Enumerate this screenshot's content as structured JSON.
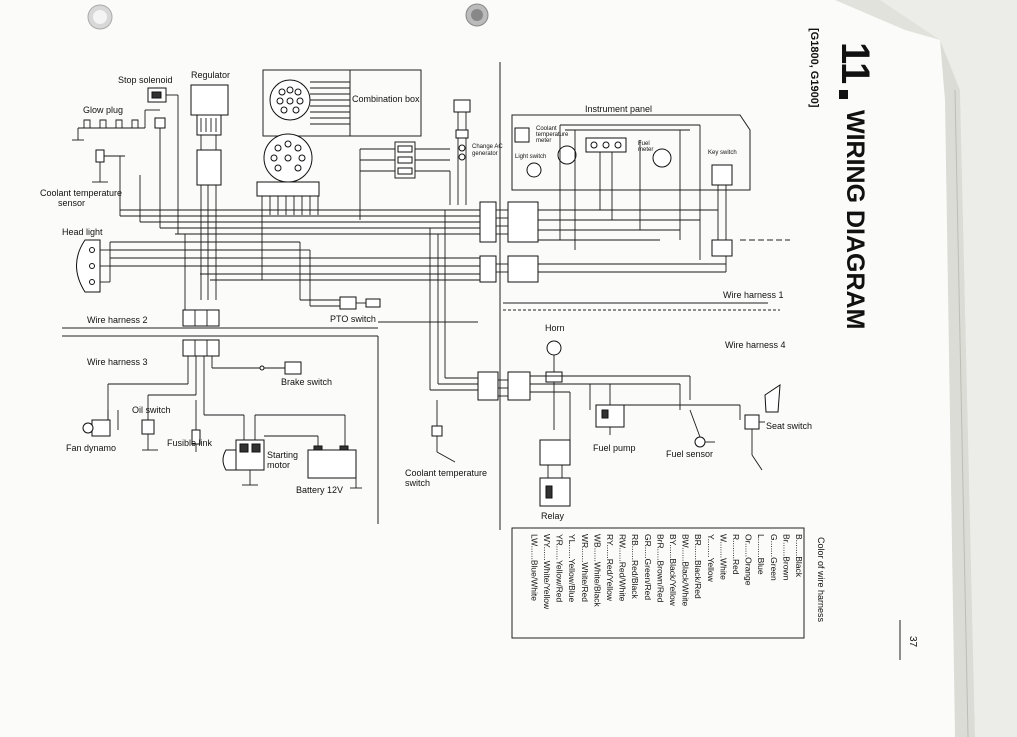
{
  "page": {
    "series": "[G1800, G1900]",
    "section_number": "11",
    "section_title": "WIRING DIAGRAM",
    "page_number": "37"
  },
  "components": {
    "stop_solenoid": "Stop solenoid",
    "regulator": "Regulator",
    "glow_plug": "Glow plug",
    "combination_box": "Combination box",
    "coolant_temp_sensor": "Coolant temperature\nsensor",
    "head_light": "Head light",
    "change_ac_generator": "Change AC\ngenerator",
    "instrument_panel": "Instrument panel",
    "coolant_temp_meter": "Coolant\ntemperature\nmeter",
    "light_switch": "Light switch",
    "fuel_meter": "Fuel\nmeter",
    "key_switch": "Key switch",
    "pto_switch": "PTO switch",
    "wire_harness_1": "Wire harness 1",
    "wire_harness_2": "Wire harness 2",
    "wire_harness_3": "Wire harness 3",
    "wire_harness_4": "Wire harness 4",
    "brake_switch": "Brake switch",
    "horn": "Horn",
    "oil_switch": "Oil switch",
    "fan_dynamo": "Fan dynamo",
    "fusible_link": "Fusible link",
    "starting_motor": "Starting\nmotor",
    "battery": "Battery 12V",
    "coolant_temp_switch": "Coolant temperature\nswitch",
    "fuel_pump": "Fuel pump",
    "fuel_sensor": "Fuel sensor",
    "seat_switch": "Seat switch",
    "relay": "Relay"
  },
  "legend": {
    "title": "Color of wire harness",
    "items": [
      "B.......Black",
      "Br......Brown",
      "G.......Green",
      "L........Blue",
      "Or......Orange",
      "R........Red",
      "W.......White",
      "Y........Yellow",
      "BR......Black/Red",
      "BW......Black/White",
      "BY......Black/Yellow",
      "BrR.....Brown/Red",
      "GR.....Green/Red",
      "RB......Red/Black",
      "RW......Red/White",
      "RY......Red/Yellow",
      "WB......White/Black",
      "WR......White/Red",
      "YL......Yellow/Blue",
      "YR......Yellow/Red",
      "WY......White/Yellow",
      "LW......Blue/White"
    ]
  }
}
